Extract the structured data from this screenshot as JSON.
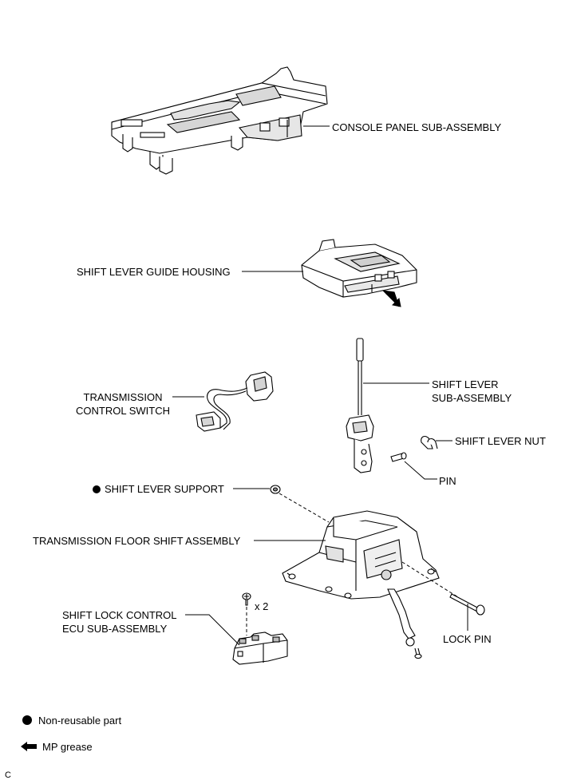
{
  "labels": {
    "console_panel": "CONSOLE PANEL SUB-ASSEMBLY",
    "guide_housing": "SHIFT LEVER GUIDE HOUSING",
    "tcs_line1": "TRANSMISSION",
    "tcs_line2": "CONTROL SWITCH",
    "shift_lever_line1": "SHIFT LEVER",
    "shift_lever_line2": "SUB-ASSEMBLY",
    "shift_lever_nut": "SHIFT LEVER NUT",
    "pin": "PIN",
    "shift_lever_support": "SHIFT LEVER SUPPORT",
    "floor_shift": "TRANSMISSION FLOOR SHIFT ASSEMBLY",
    "shift_lock_line1": "SHIFT LOCK CONTROL",
    "shift_lock_line2": "ECU SUB-ASSEMBLY",
    "qty": "x 2",
    "lock_pin": "LOCK PIN"
  },
  "legend": {
    "non_reusable": "Non-reusable part",
    "mp_grease": "MP grease"
  },
  "corner_mark": "C",
  "icons": {
    "non_reusable": "filled-circle-icon",
    "mp_grease": "left-arrow-icon",
    "grease_point": "arrow-icon"
  }
}
